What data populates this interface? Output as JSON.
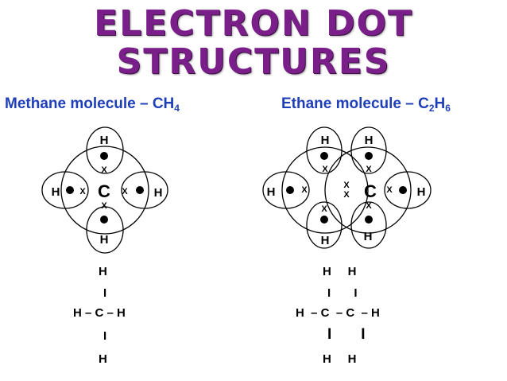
{
  "title": {
    "line1": "ELECTRON DOT",
    "line2": "STRUCTURES"
  },
  "methane": {
    "heading": "Methane molecule – CH",
    "heading_sub": "4",
    "dot": {
      "center": "C",
      "h_top": "H",
      "h_left": "H",
      "h_right": "H",
      "h_bottom": "H",
      "x_mark": "X"
    },
    "structural": {
      "row1": "H",
      "row2": "I",
      "row3": "H – C – H",
      "row4": "I",
      "row5": "H"
    }
  },
  "ethane": {
    "heading": "Ethane molecule – C",
    "heading_sub1": "2",
    "heading_mid": "H",
    "heading_sub2": "6",
    "dot": {
      "c_left": "C",
      "c_right": "C",
      "h": "H",
      "x_mark": "X"
    },
    "structural": {
      "row1": "H     H",
      "row2": "I       I",
      "row3": "H  – C  – C  – H",
      "row4": "I       I",
      "row5": "H     H"
    }
  },
  "colors": {
    "title": "#7a1f8a",
    "heading": "#1f3fb8"
  }
}
